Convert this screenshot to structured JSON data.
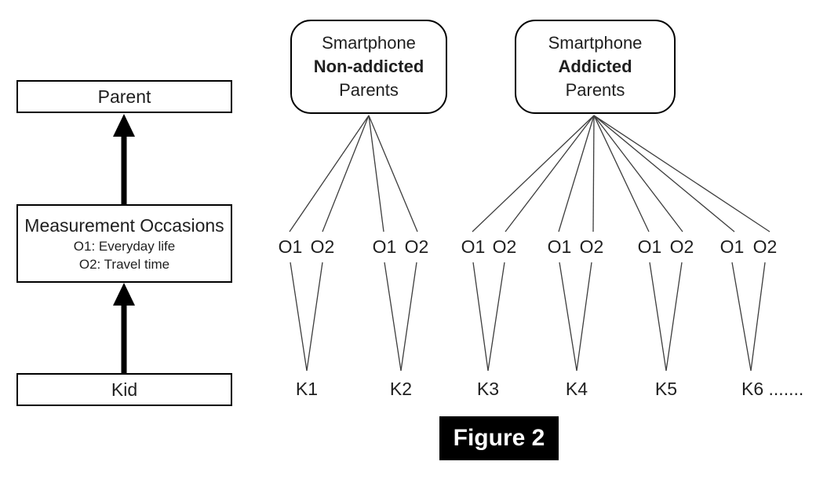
{
  "figure": {
    "label": "Figure 2"
  },
  "left_panel": {
    "parent_label": "Parent",
    "occasions_title": "Measurement Occasions",
    "occasion1_desc": "O1: Everyday life",
    "occasion2_desc": "O2: Travel time",
    "kid_label": "Kid"
  },
  "groups": [
    {
      "line1": "Smartphone",
      "line2": "Non-addicted",
      "line3": "Parents"
    },
    {
      "line1": "Smartphone",
      "line2": "Addicted",
      "line3": "Parents"
    }
  ],
  "occasion_labels": [
    "O1",
    "O2",
    "O1",
    "O2",
    "O1",
    "O2",
    "O1",
    "O2",
    "O1",
    "O2",
    "O1",
    "O2"
  ],
  "kid_labels": [
    "K1",
    "K2",
    "K3",
    "K4",
    "K5",
    "K6 ......."
  ],
  "colors": {
    "line": "#3d3d3d",
    "border": "#000000",
    "caption_bg": "#000000",
    "caption_text": "#ffffff"
  }
}
